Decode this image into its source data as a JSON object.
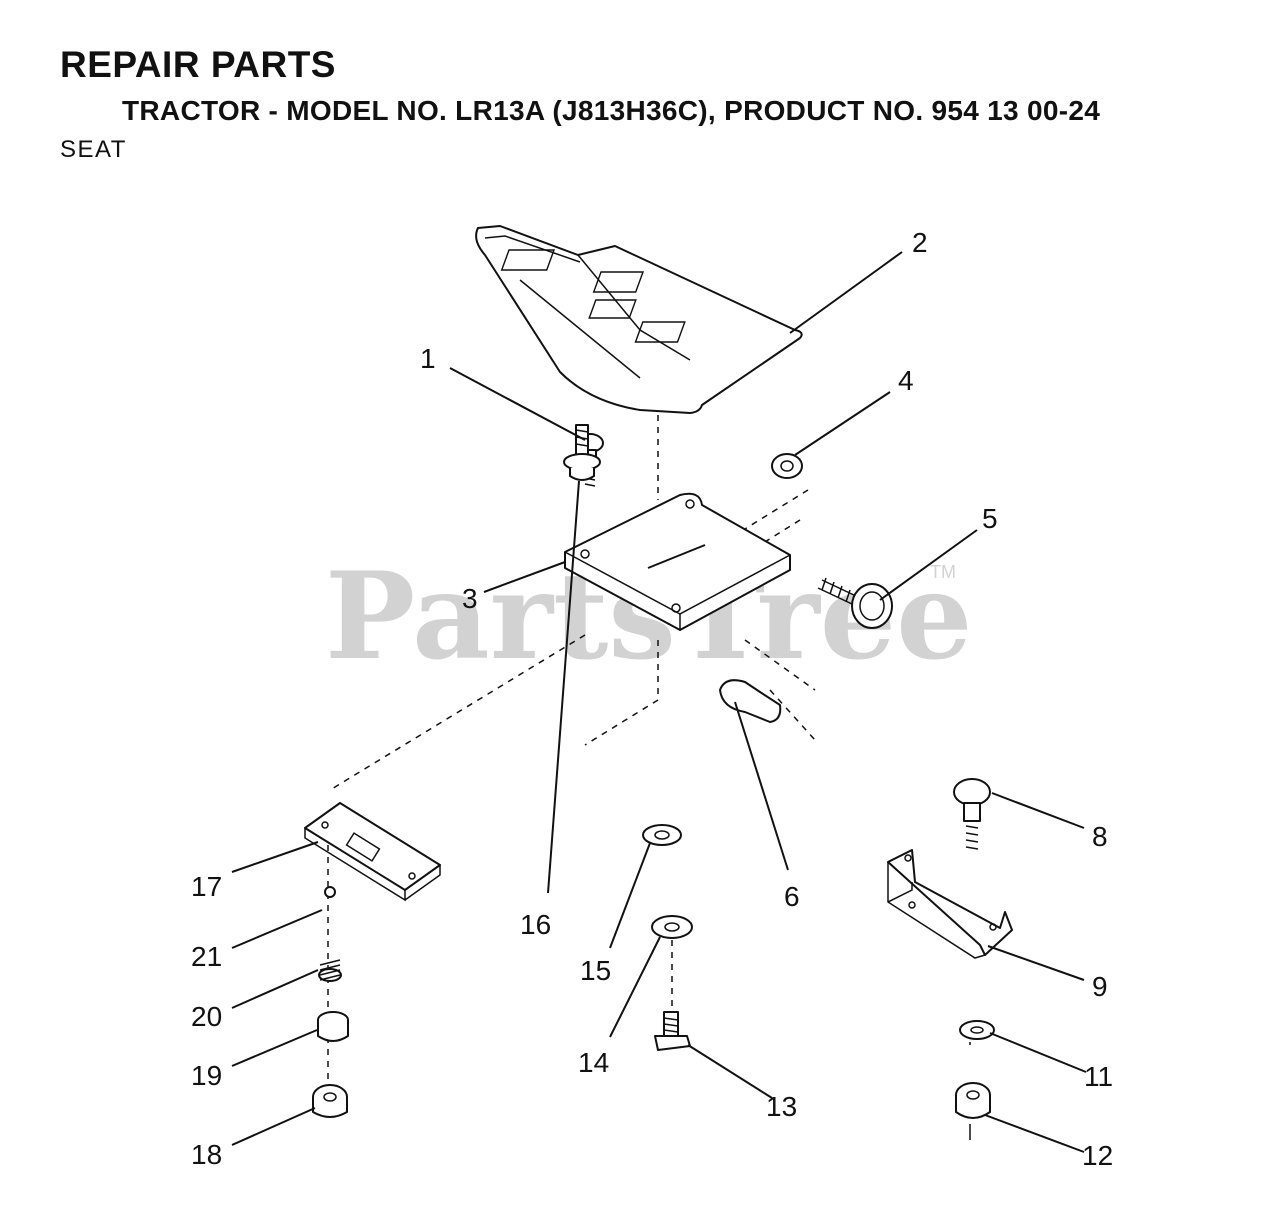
{
  "header": {
    "title": "REPAIR PARTS",
    "subtitle": "TRACTOR - MODEL NO. LR13A (J813H36C),   PRODUCT NO. 954 13 00-24",
    "section": "SEAT"
  },
  "watermark": {
    "text": "PartsTree",
    "tm": "TM"
  },
  "callouts": {
    "c1": "1",
    "c2": "2",
    "c3": "3",
    "c4": "4",
    "c5": "5",
    "c6": "6",
    "c8": "8",
    "c9": "9",
    "c11": "11",
    "c12": "12",
    "c13": "13",
    "c14": "14",
    "c15": "15",
    "c16": "16",
    "c17": "17",
    "c18": "18",
    "c19": "19",
    "c20": "20",
    "c21": "21"
  }
}
